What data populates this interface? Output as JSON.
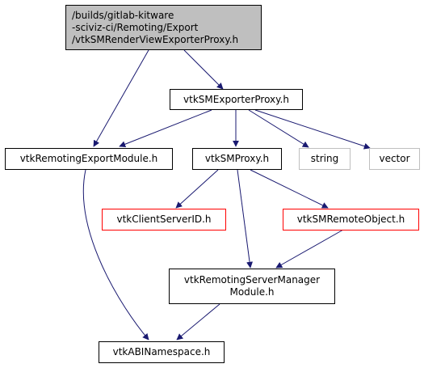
{
  "colors": {
    "edge": "#191970",
    "root_fill": "#bfbfbf",
    "border_default": "#000000",
    "border_red": "#ff0000",
    "border_grey": "#bfbfbf"
  },
  "nodes": {
    "root": {
      "lines": [
        "/builds/gitlab-kitware",
        "-sciviz-ci/Remoting/Export",
        "/vtkSMRenderViewExporterProxy.h"
      ]
    },
    "exporter_proxy": {
      "label": "vtkSMExporterProxy.h"
    },
    "remoting_export_module": {
      "label": "vtkRemotingExportModule.h"
    },
    "sm_proxy": {
      "label": "vtkSMProxy.h"
    },
    "string": {
      "label": "string"
    },
    "vector": {
      "label": "vector"
    },
    "client_server_id": {
      "label": "vtkClientServerID.h"
    },
    "sm_remote_object": {
      "label": "vtkSMRemoteObject.h"
    },
    "remoting_server_manager_module": {
      "lines": [
        "vtkRemotingServerManager",
        "Module.h"
      ]
    },
    "abi_namespace": {
      "label": "vtkABINamespace.h"
    }
  }
}
